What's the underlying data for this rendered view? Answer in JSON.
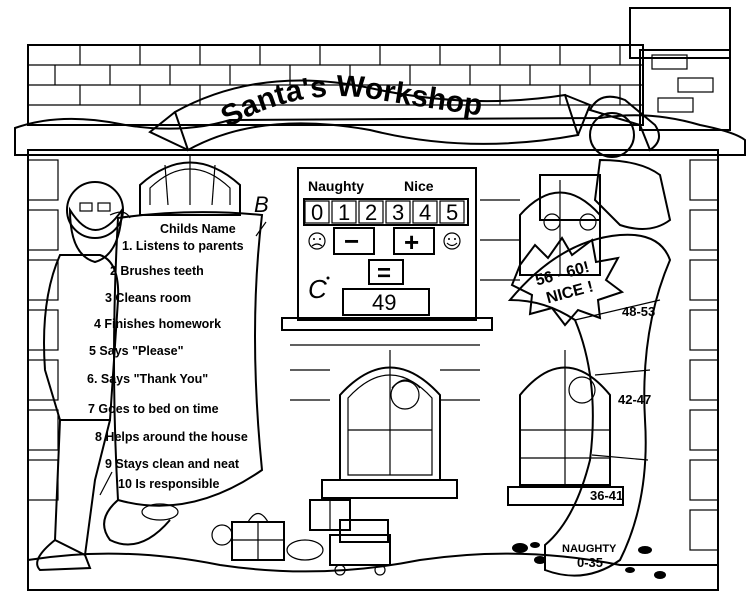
{
  "banner": {
    "title": "Santa's Workshop"
  },
  "scroll": {
    "heading": "Childs Name",
    "items": [
      "1. Listens to parents",
      "2  Brushes teeth",
      "3  Cleans room",
      "4  Finishes homework",
      "5  Says \"Please\"",
      "6. Says \"Thank You\"",
      "7  Goes to bed on time",
      "8  Helps around the house",
      "9  Stays clean and neat",
      "10 Is responsible"
    ]
  },
  "scoreboard": {
    "naughty_label": "Naughty",
    "nice_label": "Nice",
    "digits": [
      "0",
      "1",
      "2",
      "3",
      "4",
      "5"
    ],
    "minus_symbol": "−",
    "plus_symbol": "+",
    "equals_symbol": "=",
    "total": "49",
    "handwritten_letter_top": "B",
    "handwritten_letter_left": "C"
  },
  "ribbon": {
    "nice_badge_line1": "56 - 60!",
    "nice_badge_line2": "NICE !",
    "ranges": [
      "48-53",
      "42-47",
      "36-41"
    ],
    "naughty_label": "NAUGHTY",
    "naughty_range": "0-35"
  }
}
